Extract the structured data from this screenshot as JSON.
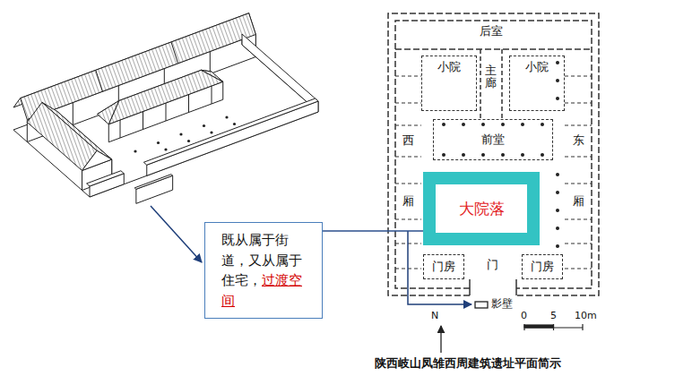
{
  "diagram": {
    "caption": "陕西岐山凤雏西周建筑遗址平面简示",
    "nodes": [
      {
        "text": [
          "小院"
        ]
      },
      {
        "text": [
          "小院"
        ]
      },
      {
        "text": [
          "前堂"
        ]
      },
      {
        "text": [
          "大院落"
        ]
      },
      {
        "text": [
          "既从属于街道，又从属于住宅，",
          "过渡空间"
        ]
      },
      {
        "text": [
          "门房"
        ]
      },
      {
        "text": [
          "门房"
        ]
      }
    ],
    "edges": [
      {
        "from": 4,
        "to": 3,
        "arrow": "none"
      }
    ],
    "labels": [
      "后室",
      "主廊",
      "西",
      "厢",
      "东",
      "厢",
      "门",
      "影壁",
      "N",
      "0",
      "5",
      "10m"
    ]
  }
}
